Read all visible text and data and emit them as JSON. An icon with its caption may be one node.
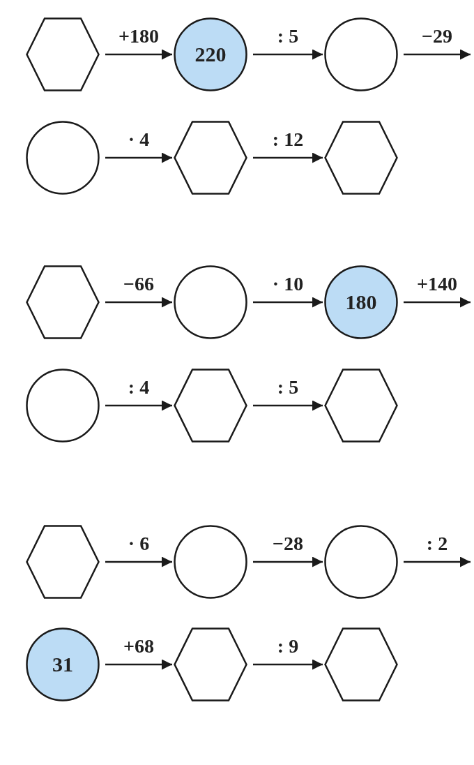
{
  "diagram": {
    "nodes": [
      {
        "text": [],
        "shape": "hexagon"
      },
      {
        "text": [
          "220"
        ]
      },
      {
        "text": [],
        "shape": "circle"
      },
      {
        "text": [],
        "shape": "circle"
      },
      {
        "text": [],
        "shape": "hexagon"
      },
      {
        "text": [],
        "shape": "hexagon"
      },
      {
        "text": [],
        "shape": "hexagon"
      },
      {
        "text": [],
        "shape": "circle"
      },
      {
        "text": [
          "180"
        ]
      },
      {
        "text": [],
        "shape": "circle"
      },
      {
        "text": [],
        "shape": "hexagon"
      },
      {
        "text": [],
        "shape": "hexagon"
      },
      {
        "text": [],
        "shape": "hexagon"
      },
      {
        "text": [],
        "shape": "circle"
      },
      {
        "text": [],
        "shape": "circle"
      },
      {
        "text": [
          "31"
        ]
      },
      {
        "text": [],
        "shape": "hexagon"
      },
      {
        "text": [],
        "shape": "hexagon"
      }
    ],
    "edges": [
      {
        "from": 0,
        "to": 1,
        "arrow": "to",
        "label": "+180"
      },
      {
        "from": 1,
        "to": 2,
        "arrow": "to",
        "label": ": 5"
      },
      {
        "from": 2,
        "to": null,
        "arrow": "to",
        "label": "−29"
      },
      {
        "from": 3,
        "to": 4,
        "arrow": "to",
        "label": "· 4"
      },
      {
        "from": 4,
        "to": 5,
        "arrow": "to",
        "label": ": 12"
      },
      {
        "from": 6,
        "to": 7,
        "arrow": "to",
        "label": "−66"
      },
      {
        "from": 7,
        "to": 8,
        "arrow": "to",
        "label": "· 10"
      },
      {
        "from": 8,
        "to": null,
        "arrow": "to",
        "label": "+140"
      },
      {
        "from": 9,
        "to": 10,
        "arrow": "to",
        "label": ": 4"
      },
      {
        "from": 10,
        "to": 11,
        "arrow": "to",
        "label": ": 5"
      },
      {
        "from": 12,
        "to": 13,
        "arrow": "to",
        "label": "· 6"
      },
      {
        "from": 13,
        "to": 14,
        "arrow": "to",
        "label": "−28"
      },
      {
        "from": 14,
        "to": null,
        "arrow": "to",
        "label": ": 2"
      },
      {
        "from": 15,
        "to": 16,
        "arrow": "to",
        "label": "+68"
      },
      {
        "from": 16,
        "to": 17,
        "arrow": "to",
        "label": ": 9"
      }
    ]
  }
}
